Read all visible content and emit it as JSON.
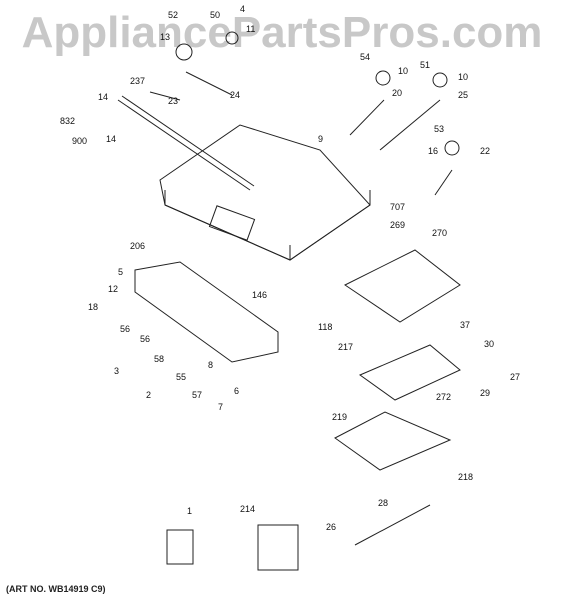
{
  "watermark": "AppliancePartsPros.com",
  "art_number": "(ART NO. WB14919 C9)",
  "callouts": [
    "52",
    "50",
    "4",
    "13",
    "11",
    "237",
    "14",
    "23",
    "24",
    "832",
    "900",
    "14",
    "9",
    "54",
    "10",
    "51",
    "10",
    "20",
    "25",
    "53",
    "16",
    "22",
    "707",
    "206",
    "269",
    "270",
    "5",
    "146",
    "12",
    "118",
    "18",
    "56",
    "56",
    "37",
    "58",
    "217",
    "30",
    "8",
    "3",
    "55",
    "57",
    "6",
    "7",
    "27",
    "272",
    "29",
    "2",
    "219",
    "218",
    "28",
    "214",
    "26",
    "1"
  ]
}
